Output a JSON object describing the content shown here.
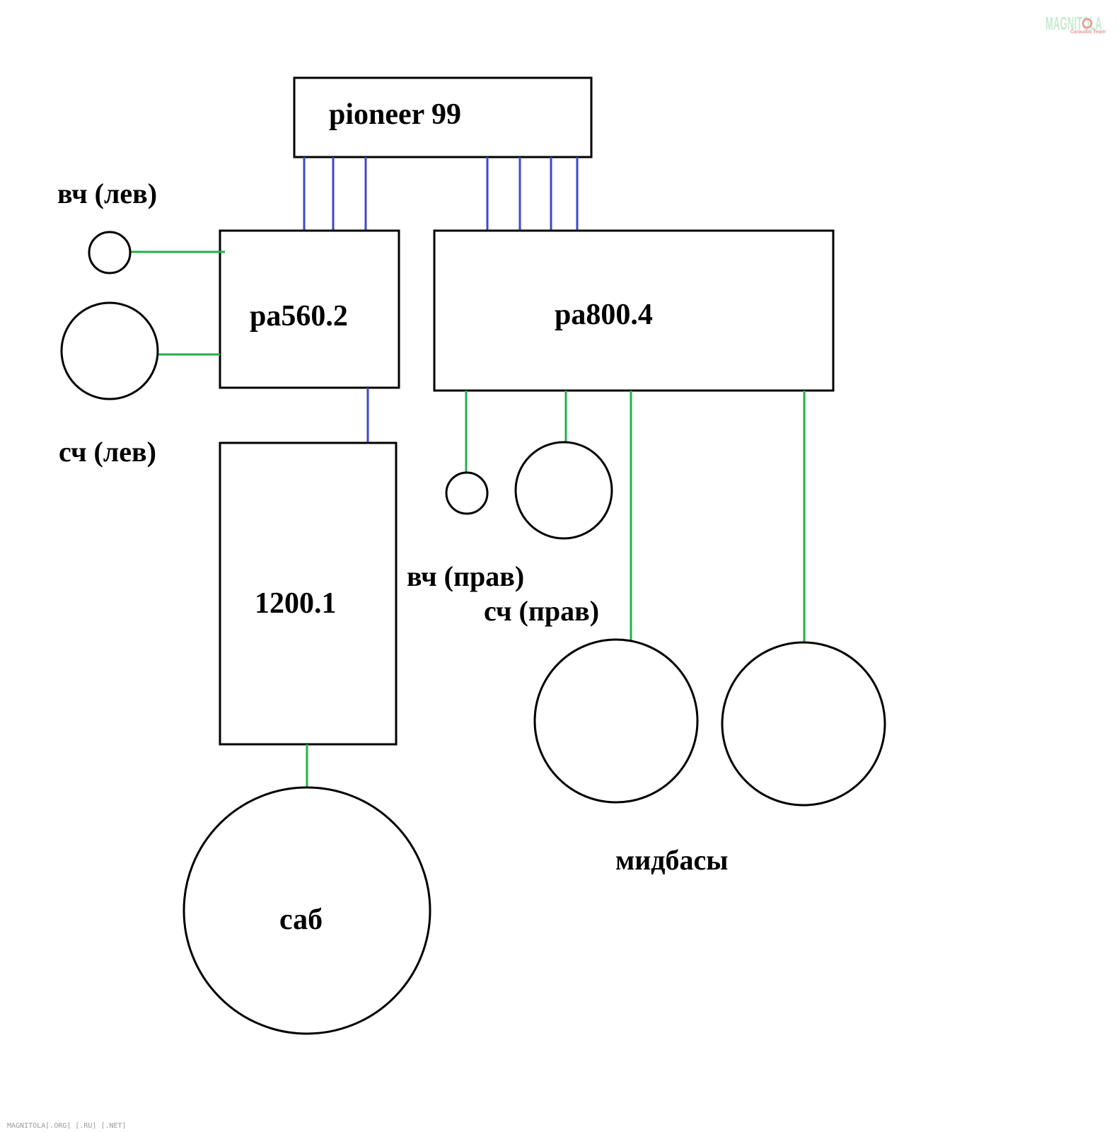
{
  "blocks": {
    "head_unit": "pioneer 99",
    "amp_front_left": "pa560.2",
    "amp_right": "pa800.4",
    "amp_sub": "1200.1"
  },
  "speakers": {
    "tweeter_left": "вч (лев)",
    "mid_left": "сч (лев)",
    "tweeter_right": "вч (прав)",
    "mid_right": "сч (прав)",
    "sub": "саб",
    "midbass": "мидбасы"
  },
  "watermark": {
    "logo_text": "MAGNITOLA",
    "logo_sub": "Caraudio Team",
    "footer": "MAGNITOLA[.ORG] [.RU] [.NET]"
  },
  "colors": {
    "signal_wire": "#3f48cc",
    "speaker_wire": "#22b14c"
  }
}
